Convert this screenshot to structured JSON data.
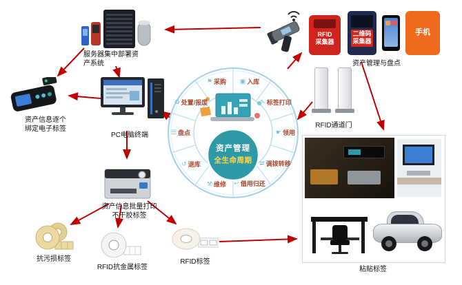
{
  "colors": {
    "arrow_red": "#c00000",
    "ring_blue": "#9fd2ea",
    "center_teal": "#2e9aa8",
    "center_yellow": "#ffd84d",
    "segment_text": "#a84b32",
    "device_red": "#cf241b",
    "device_navy": "#1f2b4e",
    "device_orange": "#f06a1e"
  },
  "lifecycle": {
    "center_line1": "资产管理",
    "center_line2": "全生命周期",
    "segments": [
      {
        "label": "采购",
        "icon": "cart-icon",
        "glyph": "⚑"
      },
      {
        "label": "入库",
        "icon": "inbound-box-icon",
        "glyph": "▣"
      },
      {
        "label": "标签打印",
        "icon": "label-print-icon",
        "glyph": "✎"
      },
      {
        "label": "领用",
        "icon": "claim-hand-icon",
        "glyph": "☛"
      },
      {
        "label": "调拨转移",
        "icon": "transfer-arrows-icon",
        "glyph": "⇄"
      },
      {
        "label": "借用归还",
        "icon": "borrow-return-icon",
        "glyph": "↩"
      },
      {
        "label": "维修",
        "icon": "repair-hammer-icon",
        "glyph": "⚒"
      },
      {
        "label": "退库",
        "icon": "restock-icon",
        "glyph": "↺"
      },
      {
        "label": "盘点",
        "icon": "inventory-list-icon",
        "glyph": "☰"
      },
      {
        "label": "处置/报废",
        "icon": "dispose-recycle-icon",
        "glyph": "♻"
      }
    ]
  },
  "nodes": {
    "server": {
      "line1": "服务器集中部署资",
      "line2": "产系统"
    },
    "binder": {
      "line1": "资产信息逐个",
      "line2": "绑定电子标签"
    },
    "pc": {
      "label": "PC电脑终端"
    },
    "printer": {
      "line1": "资产信息批量打印",
      "line2": "不干胶标签"
    },
    "roll_stain": {
      "label": "抗污损标签"
    },
    "roll_metal": {
      "label": "RFID抗金属标签"
    },
    "roll_rfid": {
      "label": "RFID标签"
    },
    "gates": {
      "label": "RFID通道门"
    },
    "handhelds": {
      "label": "资产管理与盘点",
      "rfid_collector_line1": "RFID",
      "rfid_collector_line2": "采集器",
      "qr_collector_line1": "二维码",
      "qr_collector_line2": "采集器",
      "phone_label": "手机"
    },
    "paste": {
      "label": "粘贴标签"
    }
  }
}
